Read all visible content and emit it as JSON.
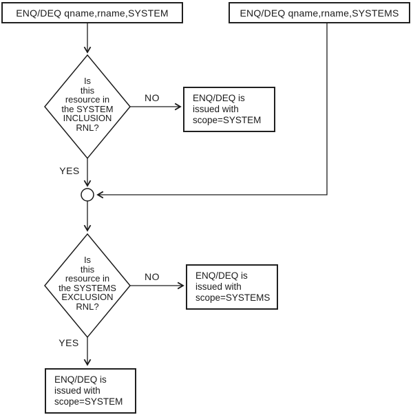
{
  "flowchart": {
    "start_boxes": [
      {
        "label": "ENQ/DEQ qname,rname,SYSTEM"
      },
      {
        "label": "ENQ/DEQ qname,rname,SYSTEMS"
      }
    ],
    "decisions": [
      {
        "text": "Is\nthis\nresource in\nthe SYSTEM\nINCLUSION\nRNL?",
        "no_label": "NO",
        "yes_label": "YES"
      },
      {
        "text": "Is\nthis\nresource in\nthe SYSTEMS\nEXCLUSION\nRNL?",
        "no_label": "NO",
        "yes_label": "YES"
      }
    ],
    "result_boxes": [
      {
        "text": "ENQ/DEQ is\nissued with\nscope=SYSTEM"
      },
      {
        "text": "ENQ/DEQ is\nissued with\nscope=SYSTEMS"
      },
      {
        "text": "ENQ/DEQ is\nissued with\nscope=SYSTEM"
      }
    ],
    "colors": {
      "line": "#1a1a1a",
      "background": "#ffffff"
    }
  }
}
